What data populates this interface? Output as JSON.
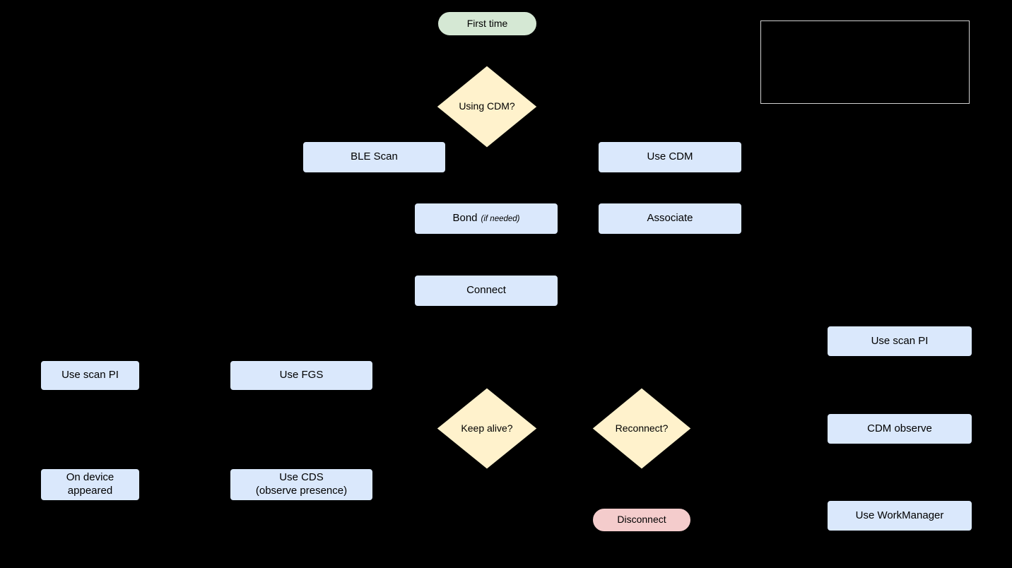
{
  "colors": {
    "background": "#000000",
    "process_fill": "#dae8fc",
    "decision_fill": "#fff2cc",
    "start_fill": "#d5e8d4",
    "end_fill": "#f4cccc",
    "node_border": "#000000",
    "legend_border": "#cfcfcf",
    "text": "#000000"
  },
  "nodes": {
    "first_time": {
      "label": "First time"
    },
    "using_cdm": {
      "label": "Using CDM?"
    },
    "ble_scan": {
      "label": "BLE Scan"
    },
    "use_cdm": {
      "label": "Use CDM"
    },
    "bond": {
      "label": "Bond",
      "note": "(if needed)"
    },
    "associate": {
      "label": "Associate"
    },
    "connect": {
      "label": "Connect"
    },
    "use_scan_pi_right": {
      "label": "Use scan PI"
    },
    "use_scan_pi_left": {
      "label": "Use scan PI"
    },
    "use_fgs": {
      "label": "Use FGS"
    },
    "keep_alive": {
      "label": "Keep alive?"
    },
    "reconnect": {
      "label": "Reconnect?"
    },
    "cdm_observe": {
      "label": "CDM observe"
    },
    "on_device_appeared": {
      "line1": "On device",
      "line2": "appeared"
    },
    "use_cds": {
      "line1": "Use CDS",
      "line2": "(observe presence)"
    },
    "disconnect": {
      "label": "Disconnect"
    },
    "use_workmanager": {
      "label": "Use WorkManager"
    }
  }
}
